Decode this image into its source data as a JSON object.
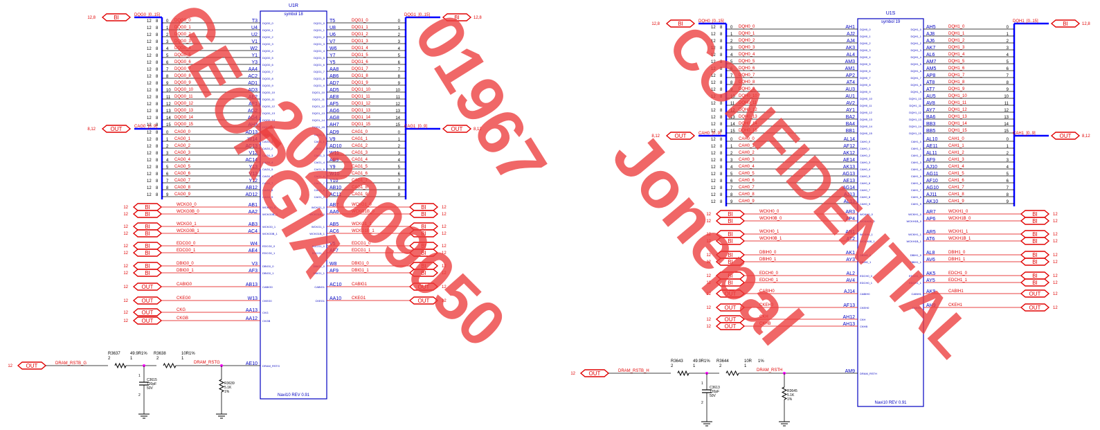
{
  "colors": {
    "wire": "#000000",
    "net": "#e00000",
    "bus": "#0000ff",
    "part": "#0000c0",
    "watermark": "#ec3c3c",
    "junction": "#ff00ff"
  },
  "left": {
    "chip": {
      "ref": "U1R",
      "sym": "symbol 18",
      "foot": "Navi10 REV 0.91"
    },
    "bus_in": {
      "lbl": "DQG0_[0..15]",
      "page": "12,8",
      "port": "BI"
    },
    "bus_out": {
      "lbl": "DQG1_[0..15]",
      "page": "12,8",
      "port": "BI"
    },
    "dq0_rows": [
      {
        "n": "DQG0_0",
        "pin": "T3",
        "sig": "DQG0_0"
      },
      {
        "n": "DQG0_1",
        "pin": "U4",
        "sig": "DQG0_1"
      },
      {
        "n": "DQG0_2",
        "pin": "U2",
        "sig": "DQG0_2"
      },
      {
        "n": "DQG0_3",
        "pin": "V1",
        "sig": "DQG0_3"
      },
      {
        "n": "DQG0_4",
        "pin": "W2",
        "sig": "DQG0_4"
      },
      {
        "n": "DQG0_5",
        "pin": "Y1",
        "sig": "DQG0_5"
      },
      {
        "n": "DQG0_6",
        "pin": "Y3",
        "sig": "DQG0_6"
      },
      {
        "n": "DQG0_7",
        "pin": "AA4",
        "sig": "DQG0_7"
      },
      {
        "n": "DQG0_8",
        "pin": "AC2",
        "sig": "DQG0_8"
      },
      {
        "n": "DQG0_9",
        "pin": "AD1",
        "sig": "DQG0_9"
      },
      {
        "n": "DQG0_10",
        "pin": "AD3",
        "sig": "DQG0_10"
      },
      {
        "n": "DQG0_11",
        "pin": "AE2",
        "sig": "DQG0_11"
      },
      {
        "n": "DQG0_12",
        "pin": "AF1",
        "sig": "DQG0_12"
      },
      {
        "n": "DQG0_13",
        "pin": "AG2",
        "sig": "DQG0_13"
      },
      {
        "n": "DQG0_14",
        "pin": "AG4",
        "sig": "DQG0_14"
      },
      {
        "n": "DQG0_15",
        "pin": "AH3",
        "sig": "DQG0_15"
      }
    ],
    "dq1_rows": [
      {
        "n": "DQG1_0",
        "pin": "T5",
        "sig": "DQG1_0"
      },
      {
        "n": "DQG1_1",
        "pin": "U8",
        "sig": "DQG1_1"
      },
      {
        "n": "DQG1_2",
        "pin": "U6",
        "sig": "DQG1_2"
      },
      {
        "n": "DQG1_3",
        "pin": "V7",
        "sig": "DQG1_3"
      },
      {
        "n": "DQG1_4",
        "pin": "W6",
        "sig": "DQG1_4"
      },
      {
        "n": "DQG1_5",
        "pin": "Y7",
        "sig": "DQG1_5"
      },
      {
        "n": "DQG1_6",
        "pin": "Y5",
        "sig": "DQG1_6"
      },
      {
        "n": "DQG1_7",
        "pin": "AA8",
        "sig": "DQG1_7"
      },
      {
        "n": "DQG1_8",
        "pin": "AB6",
        "sig": "DQG1_8"
      },
      {
        "n": "DQG1_9",
        "pin": "AD7",
        "sig": "DQG1_9"
      },
      {
        "n": "DQG1_10",
        "pin": "AD5",
        "sig": "DQG1_10"
      },
      {
        "n": "DQG1_11",
        "pin": "AE8",
        "sig": "DQG1_11"
      },
      {
        "n": "DQG1_12",
        "pin": "AF5",
        "sig": "DQG1_12"
      },
      {
        "n": "DQG1_13",
        "pin": "AG6",
        "sig": "DQG1_13"
      },
      {
        "n": "DQG1_14",
        "pin": "AG8",
        "sig": "DQG1_14"
      },
      {
        "n": "DQG1_15",
        "pin": "AH7",
        "sig": "DQG1_15"
      }
    ],
    "ca_bus_in": {
      "lbl": "CAG0_[0..9]",
      "page": "8,12",
      "port": "OUT"
    },
    "ca_bus_out": {
      "lbl": "CAG1_[0..9]",
      "page": "8,12",
      "port": "OUT"
    },
    "ca0_rows": [
      {
        "n": "CAG0_0",
        "pin": "AD13",
        "sig": "CAG0_0"
      },
      {
        "n": "CAG0_1",
        "pin": "W14",
        "sig": "CAG0_1"
      },
      {
        "n": "CAG0_2",
        "pin": "AC13",
        "sig": "CAG0_2"
      },
      {
        "n": "CAG0_3",
        "pin": "V12",
        "sig": "CAG0_3"
      },
      {
        "n": "CAG0_4",
        "pin": "AC14",
        "sig": "CAG0_4"
      },
      {
        "n": "CAG0_5",
        "pin": "Y13",
        "sig": "CAG0_5"
      },
      {
        "n": "CAG0_6",
        "pin": "V13",
        "sig": "CAG0_6"
      },
      {
        "n": "CAG0_7",
        "pin": "Y12",
        "sig": "CAG0_7"
      },
      {
        "n": "CAG0_8",
        "pin": "AB12",
        "sig": "CAG0_8"
      },
      {
        "n": "CAG0_9",
        "pin": "AD12",
        "sig": "CAG0_9"
      }
    ],
    "ca1_rows": [
      {
        "n": "CAG1_0",
        "pin": "AD9",
        "sig": "CAG1_0"
      },
      {
        "n": "CAG1_1",
        "pin": "V9",
        "sig": "CAG1_1"
      },
      {
        "n": "CAG1_2",
        "pin": "AD10",
        "sig": "CAG1_2"
      },
      {
        "n": "CAG1_3",
        "pin": "W11",
        "sig": "CAG1_3"
      },
      {
        "n": "CAG1_4",
        "pin": "AB9",
        "sig": "CAG1_4"
      },
      {
        "n": "CAG1_5",
        "pin": "Y9",
        "sig": "CAG1_5"
      },
      {
        "n": "CAG1_6",
        "pin": "W10",
        "sig": "CAG1_6"
      },
      {
        "n": "CAG1_7",
        "pin": "Y10",
        "sig": "CAG1_7"
      },
      {
        "n": "CAG1_8",
        "pin": "AB10",
        "sig": "CAG1_8"
      },
      {
        "n": "CAG1_9",
        "pin": "AC11",
        "sig": "CAG1_9"
      }
    ],
    "lsig": [
      {
        "port": "BI",
        "n": "WCKG0_0",
        "pin": "AB1",
        "sig": "WCKG0_0"
      },
      {
        "port": "BI",
        "n": "WCKG0B_0",
        "pin": "AA2",
        "sig": "WCKG0B_0"
      },
      {
        "port": "BI",
        "n": "WCKG0_1",
        "pin": "AB3",
        "sig": "WCKG0_1"
      },
      {
        "port": "BI",
        "n": "WCKG0B_1",
        "pin": "AC4",
        "sig": "WCKG0B_1"
      },
      {
        "port": "BI",
        "n": "EDCG0_0",
        "pin": "W4",
        "sig": "EDCG0_0"
      },
      {
        "port": "BI",
        "n": "EDCG0_1",
        "pin": "AE4",
        "sig": "EDCG0_1"
      },
      {
        "port": "BI",
        "n": "DBIG0_0",
        "pin": "V3",
        "sig": "DBIG0_0"
      },
      {
        "port": "BI",
        "n": "DBIG0_1",
        "pin": "AF3",
        "sig": "DBIG0_1"
      },
      {
        "port": "OUT",
        "n": "CABIG0",
        "pin": "AB13",
        "sig": "CABIG0"
      },
      {
        "port": "OUT",
        "n": "CKEG0",
        "pin": "W13",
        "sig": "CKEG0"
      },
      {
        "port": "OUT",
        "n": "CKG",
        "pin": "AA13",
        "sig": "CKG"
      },
      {
        "port": "OUT",
        "n": "CKGB",
        "pin": "AA12",
        "sig": "CKGB"
      }
    ],
    "rsig": [
      {
        "port": "BI",
        "n": "WCKG1_0",
        "pin": "AB7",
        "sig": "WCKG1_0"
      },
      {
        "port": "BI",
        "n": "WCKG1B_0",
        "pin": "AA6",
        "sig": "WCKG1B_0"
      },
      {
        "port": "BI",
        "n": "WCKG1_1",
        "pin": "AB5",
        "sig": "WCKG1_1"
      },
      {
        "port": "BI",
        "n": "WCKG1B_1",
        "pin": "AC6",
        "sig": "WCKG1B_1"
      },
      {
        "port": "BI",
        "n": "EDCG1_0",
        "pin": "V5",
        "sig": "EDCG1_0"
      },
      {
        "port": "BI",
        "n": "EDCG1_1",
        "pin": "AF7",
        "sig": "EDCG1_1"
      },
      {
        "port": "BI",
        "n": "DBIG1_0",
        "pin": "W8",
        "sig": "DBIG1_0"
      },
      {
        "port": "BI",
        "n": "DBIG1_1",
        "pin": "AF9",
        "sig": "DBIG1_1"
      },
      {
        "port": "OUT",
        "n": "CABIG1",
        "pin": "AC10",
        "sig": "CABIG1"
      },
      {
        "port": "OUT",
        "n": "CKEG1",
        "pin": "AA10",
        "sig": "CKEG1"
      }
    ],
    "rst": {
      "port": "OUT",
      "net_in": "DRAM_RSTB_G",
      "net_out": "DRAM_RSTG",
      "pin": "AE10",
      "sig": "DRAM_RSTG",
      "r1": {
        "ref": "R3637",
        "val": "49.9R1%"
      },
      "r2": {
        "ref": "R3638",
        "val": "10R1%"
      },
      "c": {
        "ref": "C3615",
        "val": "120pF",
        "v": "50V"
      },
      "r3": {
        "ref": "R3639",
        "val": "5.1K",
        "tol": "1%"
      }
    }
  },
  "right": {
    "chip": {
      "ref": "U1S",
      "sym": "symbol 19",
      "foot": "Navi10 REV 0.91"
    },
    "bus_in": {
      "lbl": "DQH0_[0..15]",
      "page": "12,8",
      "port": "BI"
    },
    "bus_out": {
      "lbl": "DQH1_[0..15]",
      "page": "12,8",
      "port": "BI"
    },
    "dq0_rows": [
      {
        "n": "DQH0_0",
        "pin": "AH1",
        "sig": "DQH0_0"
      },
      {
        "n": "DQH0_1",
        "pin": "AJ2",
        "sig": "DQH0_1"
      },
      {
        "n": "DQH0_2",
        "pin": "AJ4",
        "sig": "DQH0_2"
      },
      {
        "n": "DQH0_3",
        "pin": "AK3",
        "sig": "DQH0_3"
      },
      {
        "n": "DQH0_4",
        "pin": "AL4",
        "sig": "DQH0_4"
      },
      {
        "n": "DQH0_5",
        "pin": "AM3",
        "sig": "DQH0_5"
      },
      {
        "n": "DQH0_6",
        "pin": "AM1",
        "sig": "DQH0_6"
      },
      {
        "n": "DQH0_7",
        "pin": "AP2",
        "sig": "DQH0_7"
      },
      {
        "n": "DQH0_8",
        "pin": "AT4",
        "sig": "DQH0_8"
      },
      {
        "n": "DQH0_9",
        "pin": "AU3",
        "sig": "DQH0_9"
      },
      {
        "n": "DQH0_10",
        "pin": "AU1",
        "sig": "DQH0_10"
      },
      {
        "n": "DQH0_11",
        "pin": "AV2",
        "sig": "DQH0_11"
      },
      {
        "n": "DQH0_12",
        "pin": "AY1",
        "sig": "DQH0_12"
      },
      {
        "n": "DQH0_13",
        "pin": "BA2",
        "sig": "DQH0_13"
      },
      {
        "n": "DQH0_14",
        "pin": "BA4",
        "sig": "DQH0_14"
      },
      {
        "n": "DQH0_15",
        "pin": "BB1",
        "sig": "DQH0_15"
      }
    ],
    "dq1_rows": [
      {
        "n": "DQH1_0",
        "pin": "AH5",
        "sig": "DQH1_0"
      },
      {
        "n": "DQH1_1",
        "pin": "AJ8",
        "sig": "DQH1_1"
      },
      {
        "n": "DQH1_2",
        "pin": "AJ6",
        "sig": "DQH1_2"
      },
      {
        "n": "DQH1_3",
        "pin": "AK7",
        "sig": "DQH1_3"
      },
      {
        "n": "DQH1_4",
        "pin": "AL6",
        "sig": "DQH1_4"
      },
      {
        "n": "DQH1_5",
        "pin": "AM7",
        "sig": "DQH1_5"
      },
      {
        "n": "DQH1_6",
        "pin": "AM5",
        "sig": "DQH1_6"
      },
      {
        "n": "DQH1_7",
        "pin": "AP8",
        "sig": "DQH1_7"
      },
      {
        "n": "DQH1_8",
        "pin": "AT8",
        "sig": "DQH1_8"
      },
      {
        "n": "DQH1_9",
        "pin": "AT7",
        "sig": "DQH1_9"
      },
      {
        "n": "DQH1_10",
        "pin": "AU5",
        "sig": "DQH1_10"
      },
      {
        "n": "DQH1_11",
        "pin": "AV8",
        "sig": "DQH1_11"
      },
      {
        "n": "DQH1_12",
        "pin": "AY7",
        "sig": "DQH1_12"
      },
      {
        "n": "DQH1_13",
        "pin": "BA6",
        "sig": "DQH1_13"
      },
      {
        "n": "DQH1_14",
        "pin": "BB3",
        "sig": "DQH1_14"
      },
      {
        "n": "DQH1_15",
        "pin": "BB5",
        "sig": "DQH1_15"
      }
    ],
    "ca_bus_in": {
      "lbl": "CAH0_[0..9]",
      "page": "8,12",
      "port": "OUT"
    },
    "ca_bus_out": {
      "lbl": "CAH1_[0..9]",
      "page": "8,12",
      "port": "OUT"
    },
    "ca0_rows": [
      {
        "n": "CAH0_0",
        "pin": "AL14",
        "sig": "CAH0_0"
      },
      {
        "n": "CAH0_1",
        "pin": "AF12",
        "sig": "CAH0_1"
      },
      {
        "n": "CAH0_2",
        "pin": "AK12",
        "sig": "CAH0_2"
      },
      {
        "n": "CAH0_3",
        "pin": "AE14",
        "sig": "CAH0_3"
      },
      {
        "n": "CAH0_4",
        "pin": "AK13",
        "sig": "CAH0_4"
      },
      {
        "n": "CAH0_5",
        "pin": "AG13",
        "sig": "CAH0_5"
      },
      {
        "n": "CAH0_6",
        "pin": "AE13",
        "sig": "CAH0_6"
      },
      {
        "n": "CAH0_7",
        "pin": "AG14",
        "sig": "CAH0_7"
      },
      {
        "n": "CAH0_8",
        "pin": "AJ13",
        "sig": "CAH0_8"
      },
      {
        "n": "CAH0_9",
        "pin": "AL13",
        "sig": "CAH0_9"
      }
    ],
    "ca1_rows": [
      {
        "n": "CAH1_0",
        "pin": "AL10",
        "sig": "CAH1_0"
      },
      {
        "n": "CAH1_1",
        "pin": "AE11",
        "sig": "CAH1_1"
      },
      {
        "n": "CAH1_2",
        "pin": "AL11",
        "sig": "CAH1_2"
      },
      {
        "n": "CAH1_3",
        "pin": "AF9",
        "sig": "CAH1_3"
      },
      {
        "n": "CAH1_4",
        "pin": "AJ10",
        "sig": "CAH1_4"
      },
      {
        "n": "CAH1_5",
        "pin": "AG11",
        "sig": "CAH1_5"
      },
      {
        "n": "CAH1_6",
        "pin": "AF10",
        "sig": "CAH1_6"
      },
      {
        "n": "CAH1_7",
        "pin": "AG10",
        "sig": "CAH1_7"
      },
      {
        "n": "CAH1_8",
        "pin": "AJ11",
        "sig": "CAH1_8"
      },
      {
        "n": "CAH1_9",
        "pin": "AK10",
        "sig": "CAH1_9"
      }
    ],
    "lsig": [
      {
        "port": "BI",
        "n": "WCKH0_0",
        "pin": "AR3",
        "sig": "WCKH0_0"
      },
      {
        "port": "BI",
        "n": "WCKH0B_0",
        "pin": "AP4",
        "sig": "WCKH0B_0"
      },
      {
        "port": "BI",
        "n": "WCKH0_1",
        "pin": "AR1",
        "sig": "WCKH0_1"
      },
      {
        "port": "BI",
        "n": "WCKH0B_1",
        "pin": "AT2",
        "sig": "WCKH0B_1"
      },
      {
        "port": "BI",
        "n": "DBIH0_0",
        "pin": "AK1",
        "sig": "DBIH0_0"
      },
      {
        "port": "BI",
        "n": "DBIH0_1",
        "pin": "AY3",
        "sig": "DBIH0_1"
      },
      {
        "port": "BI",
        "n": "EDCH0_0",
        "pin": "AL2",
        "sig": "EDCH0_0"
      },
      {
        "port": "BI",
        "n": "EDCH0_1",
        "pin": "AV4",
        "sig": "EDCH0_1"
      },
      {
        "port": "OUT",
        "n": "CABIH0",
        "pin": "AJ14",
        "sig": "CABIH0"
      },
      {
        "port": "OUT",
        "n": "CKEH0",
        "pin": "AF13",
        "sig": "CKEH0"
      },
      {
        "port": "OUT",
        "n": "CKH",
        "pin": "AH12",
        "sig": "CKH"
      },
      {
        "port": "OUT",
        "n": "CKHB",
        "pin": "AH13",
        "sig": "CKHB"
      }
    ],
    "rsig": [
      {
        "port": "BI",
        "n": "WCKH1_0",
        "pin": "AR7",
        "sig": "WCKH1_0"
      },
      {
        "port": "BI",
        "n": "WCKH1B_0",
        "pin": "AP6",
        "sig": "WCKH1B_0"
      },
      {
        "port": "BI",
        "n": "WCKH1_1",
        "pin": "AR5",
        "sig": "WCKH1_1"
      },
      {
        "port": "BI",
        "n": "WCKH1B_1",
        "pin": "AT6",
        "sig": "WCKH1B_1"
      },
      {
        "port": "BI",
        "n": "DBIH1_0",
        "pin": "AL8",
        "sig": "DBIH1_0"
      },
      {
        "port": "BI",
        "n": "DBIH1_1",
        "pin": "AV6",
        "sig": "DBIH1_1"
      },
      {
        "port": "BI",
        "n": "EDCH1_0",
        "pin": "AK5",
        "sig": "EDCH1_0"
      },
      {
        "port": "BI",
        "n": "EDCH1_1",
        "pin": "AY5",
        "sig": "EDCH1_1"
      },
      {
        "port": "OUT",
        "n": "CABIH1",
        "pin": "AK9",
        "sig": "CABIH1"
      },
      {
        "port": "OUT",
        "n": "CKEH1",
        "pin": "AH9",
        "sig": "CKEH1"
      }
    ],
    "rst": {
      "port": "OUT",
      "net_in": "DRAM_RSTB_H",
      "net_out": "DRAM_RSTH",
      "pin": "AM9",
      "sig": "DRAM_RSTH",
      "r1": {
        "ref": "R3643",
        "val": "49.9R1%"
      },
      "r2": {
        "ref": "R3644",
        "val": "10R",
        "tol": "1%"
      },
      "c": {
        "ref": "C3613",
        "val": "120pF",
        "v": "50V"
      },
      "r3": {
        "ref": "R3645",
        "val": "5.1K",
        "tol": "1%"
      }
    }
  },
  "watermark": {
    "lines": [
      "GEORGIA",
      "Jonepal",
      "CONFIDENTIAL",
      "01967",
      "202009050"
    ]
  }
}
